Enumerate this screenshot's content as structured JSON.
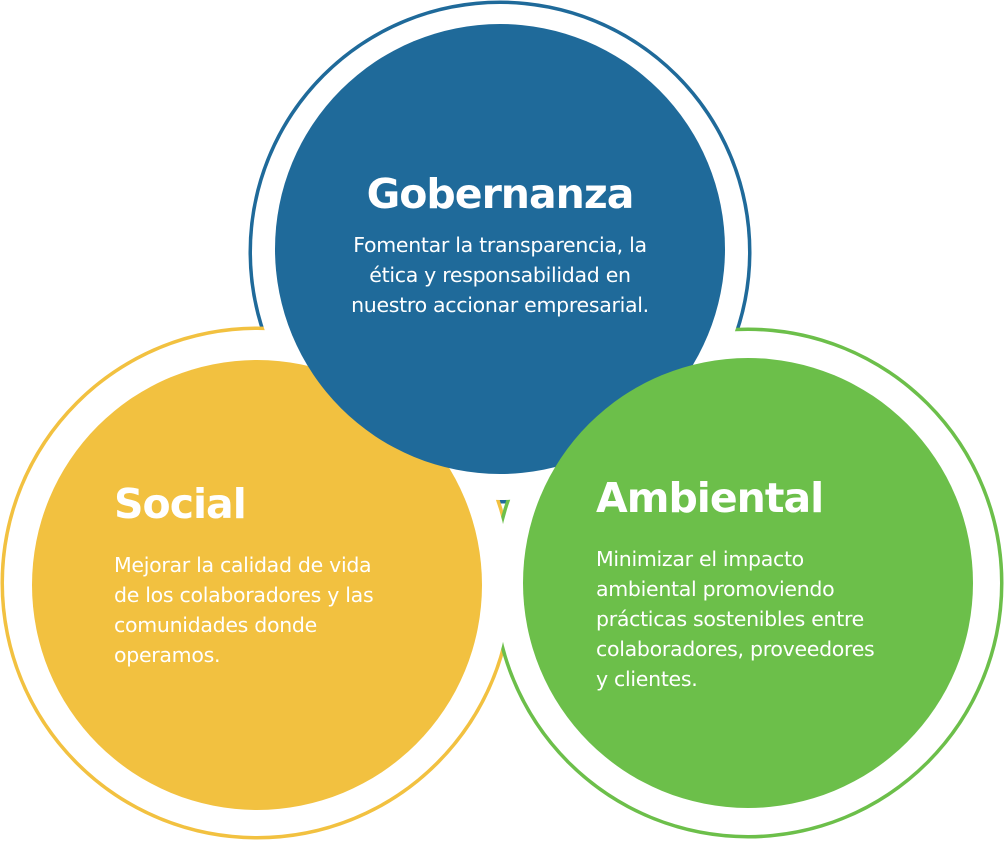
{
  "colors": {
    "governance": "#1f6a9a",
    "social": "#f2c140",
    "environmental": "#6cbf4a"
  },
  "governance": {
    "title": "Gobernanza",
    "lines": [
      "Fomentar la transparencia, la",
      "ética y responsabilidad en",
      "nuestro accionar empresarial."
    ]
  },
  "social": {
    "title": "Social",
    "lines": [
      "Mejorar la calidad de vida",
      "de los colaboradores y las",
      "comunidades donde",
      "operamos."
    ]
  },
  "environmental": {
    "title": "Ambiental",
    "lines": [
      "Minimizar el impacto",
      "ambiental promoviendo",
      "prácticas sostenibles entre",
      "colaboradores, proveedores",
      "y clientes."
    ]
  }
}
